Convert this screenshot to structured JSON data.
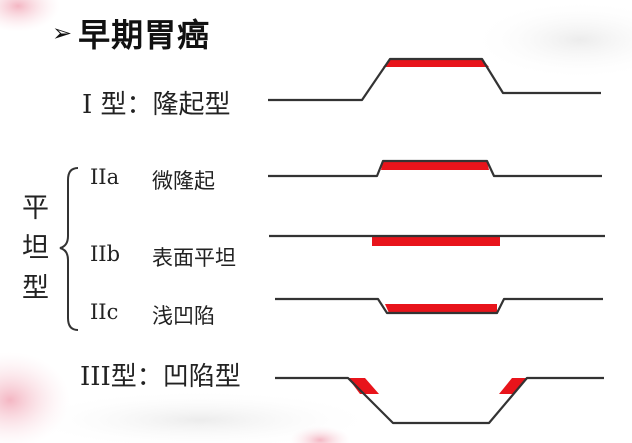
{
  "title": {
    "arrow": "➢",
    "text": "早期胃癌"
  },
  "types": {
    "type1": "I 型：隆起型",
    "flat_group": {
      "chars": [
        "平",
        "坦",
        "型"
      ],
      "subtypes": [
        {
          "code": "IIa",
          "name": "微隆起"
        },
        {
          "code": "IIb",
          "name": "表面平坦"
        },
        {
          "code": "IIc",
          "name": "浅凹陷"
        }
      ]
    },
    "type3": "III型：凹陷型"
  },
  "colors": {
    "lesion": "#e8141b",
    "line": "#333333",
    "petal": "#f4c7cf"
  }
}
